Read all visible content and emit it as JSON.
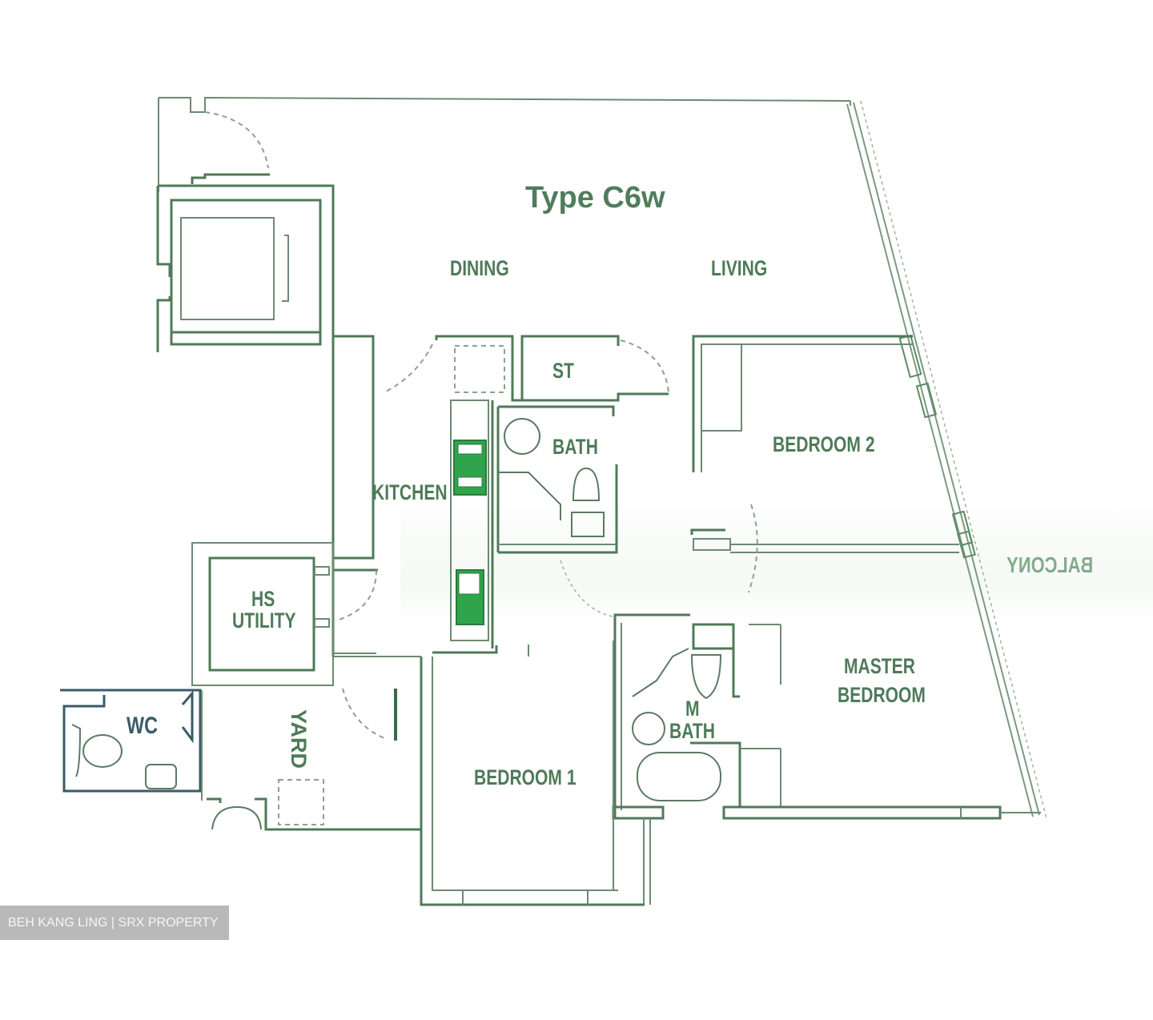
{
  "plan": {
    "title": "Type C6w",
    "rooms": {
      "dining": "DINING",
      "living": "LIVING",
      "st": "ST",
      "bath": "BATH",
      "kitchen": "KITCHEN",
      "bedroom2": "BEDROOM 2",
      "hs_line1": "HS",
      "hs_line2": "UTILITY",
      "wc": "WC",
      "yard": "YARD",
      "bedroom1": "BEDROOM 1",
      "master_line1": "MASTER",
      "master_line2": "BEDROOM",
      "mbath_line1": "M",
      "mbath_line2": "BATH"
    },
    "mirrored_text": "BALCONY",
    "colors": {
      "wall": "#4f7a58",
      "label": "#4e7a58",
      "appliance_fill": "#2fa44a",
      "watermark_bg": "#b9b9b9"
    }
  },
  "watermark": {
    "text": "BEH KANG LING | SRX PROPERTY"
  }
}
